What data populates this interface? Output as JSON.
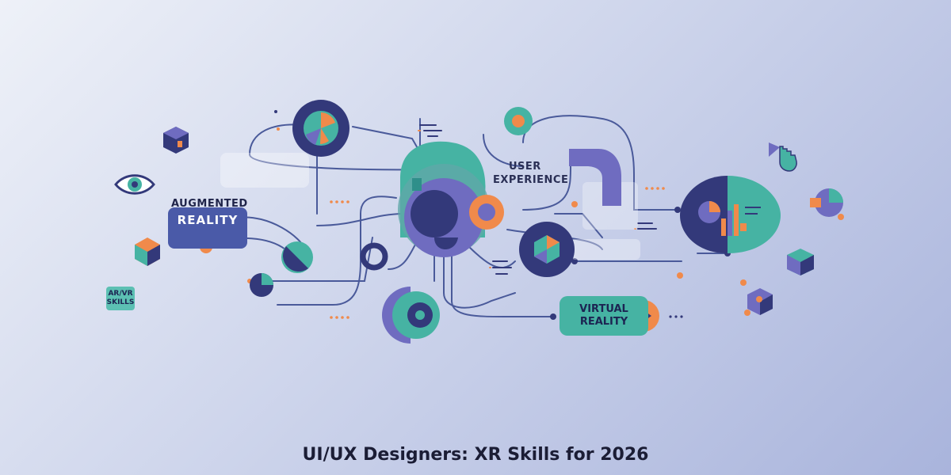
{
  "labels": {
    "augmented": "AUGMENTED",
    "reality": "REALITY",
    "user": "USER",
    "experience": "EXPERIENCE",
    "virtual": "VIRTUAL",
    "virtual_reality": "REALITY",
    "arvr": "AR/VR",
    "skills": "SKILLS"
  },
  "caption": "UI/UX Designers: XR Skills for 2026",
  "colors": {
    "navy": "#33397a",
    "teal": "#46b3a3",
    "orange": "#f08a4b",
    "purple": "#6f6cc0",
    "line": "#4a5a9a"
  },
  "icons": [
    "eye-icon",
    "cube-icon",
    "hand-pointer-icon",
    "pie-chart-icon",
    "hexagon-cube-icon",
    "globe-icon"
  ]
}
